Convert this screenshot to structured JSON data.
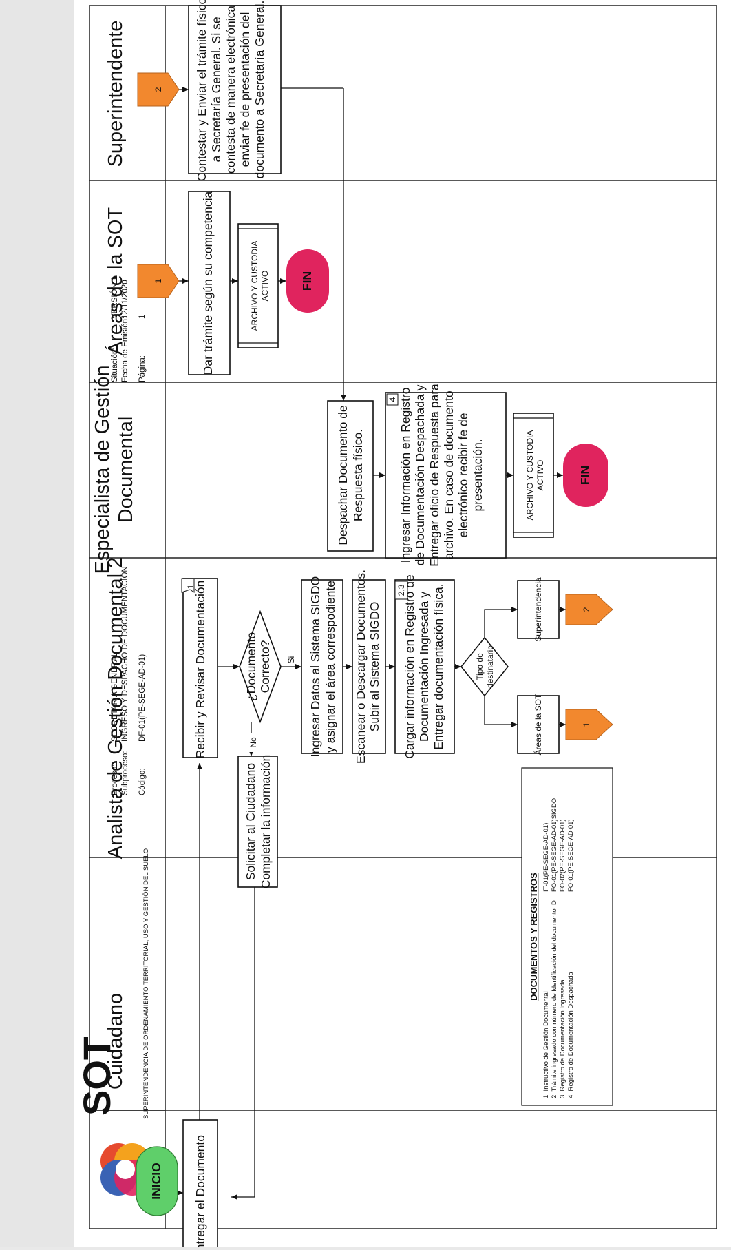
{
  "header": {
    "logo_text": "SOT",
    "logo_subtitle": "SUPERINTENDENCIA DE ORDENAMIENTO TERRITORIAL, USO Y GESTIÓN DEL SUELO",
    "proceso_label": "Proceso:",
    "proceso": "SECRETARIA GENERAL",
    "subproceso_label": "Subproceso:",
    "subproceso": "INGRESO Y DESPACHO DE DOCUMENTACIÓN",
    "codigo_label": "Código:",
    "codigo": "DF-01(PE-SEGE-AD-01)",
    "situacion_label": "Situación:",
    "situacion": "VERSIÓN 1",
    "fecha_label": "Fecha de Emisión:",
    "fecha": "12/11/2020",
    "pagina_label": "Página:",
    "pagina": "1"
  },
  "lanes": {
    "cuidadano": "Cuidadano",
    "analista": "Analista de Gestión Documental 2",
    "especialista_1": "Especialista de Gestión",
    "especialista_2": "Documental",
    "areas": "Áreas de la SOT",
    "superintendente": "Superintendente"
  },
  "nodes": {
    "inicio": "INICIO",
    "entregar": "Entregar el Documento",
    "solicitar_1": "Solicitar al Ciudadano",
    "solicitar_2": "Completar la información",
    "recibir": "Recibir y Revisar Documentación",
    "recibir_ref": "1",
    "decision_1": "¿Documento",
    "decision_2": "Correcto?",
    "label_no": "No",
    "label_si": "Si",
    "ingresar_1": "Ingresar Datos al Sistema SIGDO",
    "ingresar_2": "y asignar el área correspodiente",
    "escanear_1": "Escanear o Descargar Documentos.",
    "escanear_2": "Subir al Sistema SIGDO",
    "cargar_1": "Cargar información en Registro de",
    "cargar_2": "Documentación Ingresada y",
    "cargar_3": "Entregar documentación física.",
    "cargar_ref": "2,3",
    "tipo_1": "Tipo de",
    "tipo_2": "destinatario",
    "areas_sot_box": "Áreas de la SOT",
    "superintendencia_box": "Superintendencia",
    "connector_1": "1",
    "connector_2": "2",
    "despachar_1": "Despachar Documento de",
    "despachar_2": "Respuesta físico.",
    "ingresar_info_1": "Ingresar Información en Registro",
    "ingresar_info_2": "de Documentación Despachada y",
    "ingresar_info_3": "Entregar oficio de Respuesta para",
    "ingresar_info_4": "archivo. En caso de documento",
    "ingresar_info_5": "electrónico recibir fe de",
    "ingresar_info_6": "presentación.",
    "ingresar_info_ref": "4",
    "archivo_1": "ARCHIVO Y CUSTODIA",
    "archivo_2": "ACTIVO",
    "fin": "FIN",
    "dar_tramite": "Dar trámite según su competencia",
    "contestar_1": "Contestar y Enviar el trámite físico",
    "contestar_2": "a Secretaría General. Si se",
    "contestar_3": "contesta de manera electrónica",
    "contestar_4": "enviar fe de presentación del",
    "contestar_5": "documento a Secretaría General."
  },
  "documentos": {
    "title": "DOCUMENTOS Y REGISTROS",
    "items": [
      {
        "text": "1. Instructivo de Gestión Documental",
        "code": "IT-01(PE-SEGE-AD-01)"
      },
      {
        "text": "2. Trámite ingresado con número de Identificación del documento ID",
        "code": "FO-01(PE-SEGE-AD-01)SIGDO"
      },
      {
        "text": "3. Registro de Documentación Ingresada.",
        "code": "FO-02(PE-SEGE-AD-01)"
      },
      {
        "text": "4. Registro de Documentación Despachada",
        "code": "FO-01(PE-SEGE-AD-01)"
      }
    ]
  },
  "colors": {
    "start": "#5fcf6a",
    "end": "#e0245e",
    "connector": "#f2882e",
    "document_code": "#e0245e"
  }
}
